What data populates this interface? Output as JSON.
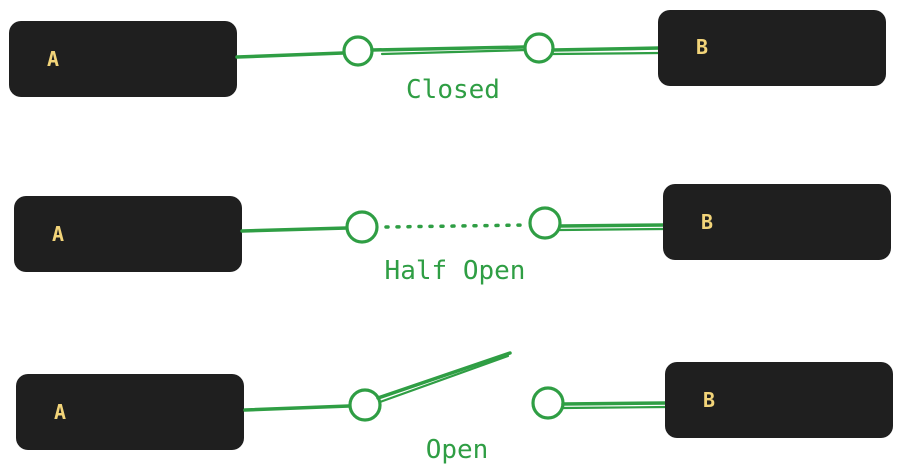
{
  "colors": {
    "box_fill": "#1f1f1f",
    "node_text": "#f2d479",
    "wire": "#2f9e44",
    "background": "#ffffff"
  },
  "rows": [
    {
      "id": "closed",
      "state_label": "Closed",
      "left_node": "A",
      "right_node": "B",
      "connection": "solid"
    },
    {
      "id": "half-open",
      "state_label": "Half Open",
      "left_node": "A",
      "right_node": "B",
      "connection": "dotted"
    },
    {
      "id": "open",
      "state_label": "Open",
      "left_node": "A",
      "right_node": "B",
      "connection": "open-switch"
    }
  ]
}
